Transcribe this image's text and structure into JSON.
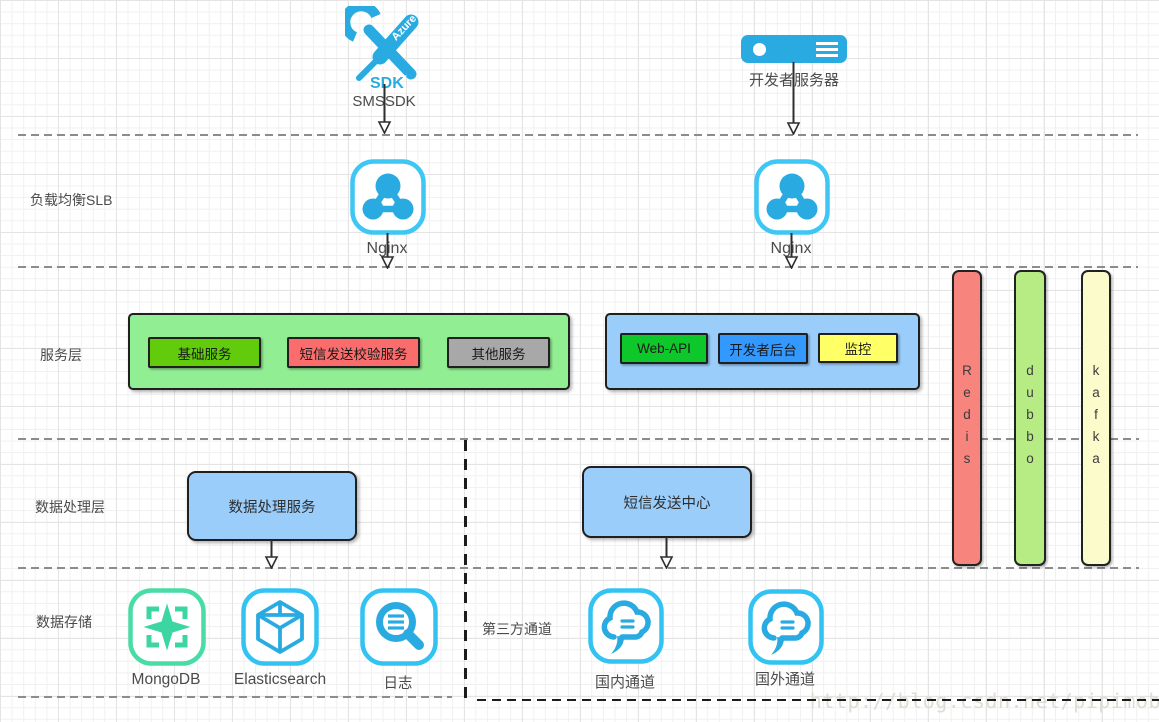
{
  "watermark": "http://blog.csdn.net/pipimob",
  "accent_color": "#29ABE2",
  "top": {
    "sdk_icon": {
      "ribbon": "Azure",
      "sdk_text": "SDK",
      "label": "SMSSDK"
    },
    "dev_server": {
      "label": "开发者服务器"
    }
  },
  "layers": {
    "slb": {
      "label": "负载均衡SLB"
    },
    "service": {
      "label": "服务层"
    },
    "processing": {
      "label": "数据处理层"
    },
    "storage": {
      "label": "数据存储"
    },
    "third_party": {
      "label": "第三方通道"
    }
  },
  "slb_nodes": [
    {
      "label": "Nginx"
    },
    {
      "label": "Nginx"
    }
  ],
  "service_groups": {
    "green": {
      "bg": "#92EE92",
      "items": [
        {
          "label": "基础服务",
          "bg": "#61CB0C"
        },
        {
          "label": "短信发送校验服务",
          "bg": "#FB6D6D"
        },
        {
          "label": "其他服务",
          "bg": "#A8A8A8"
        }
      ]
    },
    "blue": {
      "bg": "#9BCDFA",
      "items": [
        {
          "label": "Web-API",
          "bg": "#0DC72B"
        },
        {
          "label": "开发者后台",
          "bg": "#3399FF"
        },
        {
          "label": "监控",
          "bg": "#FFFF66"
        }
      ]
    }
  },
  "middleware": [
    {
      "label": "Redis",
      "bg": "#F8857D"
    },
    {
      "label": "dubbo",
      "bg": "#B7EC85"
    },
    {
      "label": "kafka",
      "bg": "#FBFBCB"
    }
  ],
  "processing_boxes": [
    {
      "label": "数据处理服务",
      "bg": "#9BCDFA"
    },
    {
      "label": "短信发送中心",
      "bg": "#9BCDFA"
    }
  ],
  "storage_items": [
    {
      "label": "MongoDB"
    },
    {
      "label": "Elasticsearch"
    },
    {
      "label": "日志"
    }
  ],
  "channel_items": [
    {
      "label": "国内通道"
    },
    {
      "label": "国外通道"
    }
  ]
}
